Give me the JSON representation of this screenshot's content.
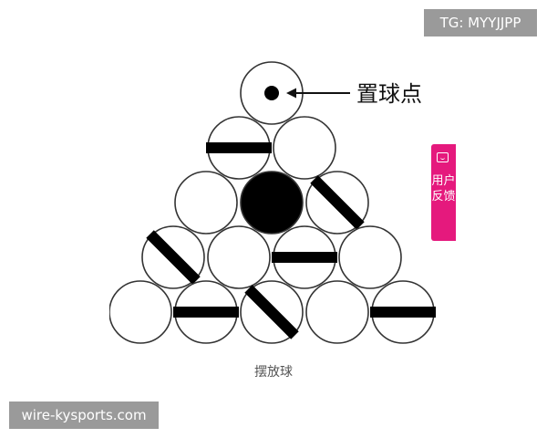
{
  "header": {
    "tg_label": "TG: MYYJJPP"
  },
  "diagram": {
    "callout_label": "置球点",
    "caption": "摆放球",
    "balls": [
      {
        "row": 1,
        "col": 1,
        "kind": "spot-marked"
      },
      {
        "row": 2,
        "col": 1,
        "kind": "horizontal-stripe"
      },
      {
        "row": 2,
        "col": 2,
        "kind": "plain"
      },
      {
        "row": 3,
        "col": 1,
        "kind": "plain"
      },
      {
        "row": 3,
        "col": 2,
        "kind": "solid-black"
      },
      {
        "row": 3,
        "col": 3,
        "kind": "diagonal-stripe"
      },
      {
        "row": 4,
        "col": 1,
        "kind": "diagonal-stripe"
      },
      {
        "row": 4,
        "col": 2,
        "kind": "plain"
      },
      {
        "row": 4,
        "col": 3,
        "kind": "horizontal-stripe"
      },
      {
        "row": 4,
        "col": 4,
        "kind": "plain"
      },
      {
        "row": 5,
        "col": 1,
        "kind": "plain"
      },
      {
        "row": 5,
        "col": 2,
        "kind": "horizontal-stripe"
      },
      {
        "row": 5,
        "col": 3,
        "kind": "diagonal-stripe"
      },
      {
        "row": 5,
        "col": 4,
        "kind": "plain"
      },
      {
        "row": 5,
        "col": 5,
        "kind": "horizontal-stripe"
      }
    ]
  },
  "sidebar": {
    "feedback_label": "用户反馈"
  },
  "footer": {
    "site_label": "wire-kysports.com"
  },
  "colors": {
    "ball_outline": "#333333",
    "ball_fill": "#ffffff",
    "solid_ball": "#000000",
    "feedback_tab": "#e5197d",
    "label_box": "#9a9a9a"
  }
}
